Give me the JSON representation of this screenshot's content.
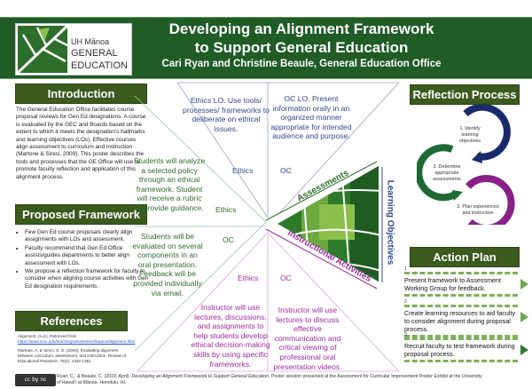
{
  "header": {
    "logo": {
      "line1": "UH Mānoa",
      "line2": "GENERAL",
      "line3": "EDUCATION"
    },
    "title_line1": "Developing an Alignment Framework",
    "title_line2": "to Support General Education",
    "subtitle": "Cari Ryan and Christine Beaule, General Education Office",
    "color": "#1f5c26"
  },
  "introduction": {
    "heading": "Introduction",
    "text": "The General Education Office facilitates course proposal reviews for Gen Ed designations. A course is evaluated by the GEC and Boards based on the extent to which it meets the designation's hallmarks and learning objectives (LOs). Effective courses align assessment to curriculum and instruction (Martone & Sireci, 2009). This poster describes the tools and processes that the GE Office will use to promote faculty reflection and application of this alignment process."
  },
  "proposed_framework": {
    "heading": "Proposed Framework",
    "bullets": [
      "Few Gen Ed course proposals clearly align assignments with LOs and assessment.",
      "Faculty recommend that Gen Ed Office assists/guides departments to better align assessment with LOs.",
      "We propose a reflection framework for faculty to consider when aligning course activities with Gen Ed designation requirements."
    ]
  },
  "references": {
    "heading": "References",
    "items": [
      {
        "text": "Alignment. (n.d.). Retrieved from",
        "link": "https://www.cmu.edu/teaching/assessment/basics/alignment.html"
      },
      {
        "text": "Martone, A. & Sireci, S. G. (2009). Evaluating alignment between curriculum, assessment, and instruction. Review of Educational Research, 79(4), 1332-1361"
      }
    ]
  },
  "citation": {
    "prefix": "Ryan, C., & Beaule, C. (2019, April). ",
    "title": "Developing an Alignment Framework to Support General Education.",
    "suffix": " Poster session presented at the Assessment for Curricular Improvement Poster Exhibit at the University of Hawaiʻi at Mānoa, Honolulu, HI.",
    "license": "cc by nc"
  },
  "diagram": {
    "labels": {
      "assessments": "Assessments",
      "instructional_activities": "Instructional Activities",
      "learning_objectives": "Learning Objectives"
    },
    "ethics_lo": "Ethics LO. Use tools/ processes/ frameworks to deliberate on ethical issues.",
    "oc_lo": "OC LO. Present information orally in an organized manner appropriate for intended audience and  purpose.",
    "ethics_assessment": "Students will analyze a selected policy through an ethical framework. Student will receive a rubric to provide guidance.",
    "oc_assessment": "Students will be evaluated on several components in an oral presentation. Feedback will be provided individually via email.",
    "ethics_instruction": "Instructor will use lectures, discussions, and assignments to help students develop ethical decision-making skills by using specific frameworks.",
    "oc_instruction": "Instructor will use lectures to discuss effective communication and critical viewing of professional oral presentation videos.",
    "tag_ethics": "Ethics",
    "tag_oc": "OC",
    "colors": {
      "objectives": "#2e4a8c",
      "assessments": "#2f6e2a",
      "instruction": "#a02aa0"
    }
  },
  "reflection_process": {
    "heading": "Reflection Process",
    "steps": [
      "1. Identify learning objectives",
      "2. Determine appropriate assessments",
      "3. Plan experiences and instruction"
    ],
    "colors": [
      "#1b2a6b",
      "#1f6a34",
      "#8a1f8a"
    ]
  },
  "action_plan": {
    "heading": "Action Plan",
    "items": [
      {
        "num": "1",
        "text": "Present framework to Assessment Working Group for feedback."
      },
      {
        "num": "2",
        "text": "Create learning resources to aid faculty to consider alignment during proposal process."
      },
      {
        "num": "3",
        "text": "Recruit faculty to test framework during proposal process."
      }
    ]
  }
}
